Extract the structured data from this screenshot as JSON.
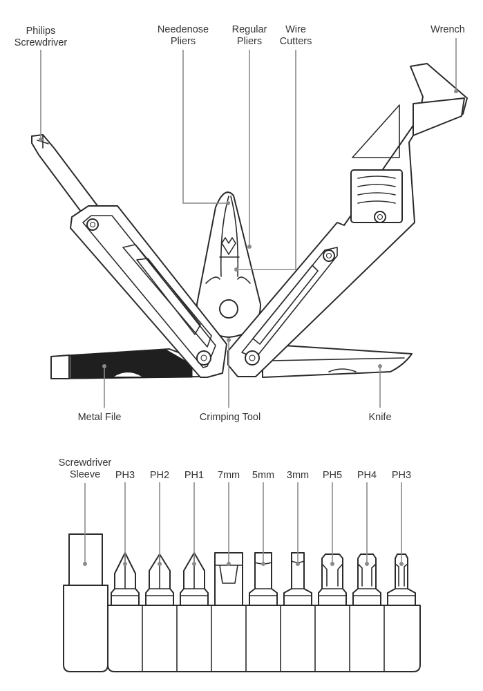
{
  "callouts": {
    "philips_screwdriver": [
      "Philips",
      "Screwdriver"
    ],
    "needlenose_pliers": [
      "Needenose",
      "Pliers"
    ],
    "regular_pliers": [
      "Regular",
      "Pliers"
    ],
    "wire_cutters": [
      "Wire",
      "Cutters"
    ],
    "wrench": "Wrench",
    "metal_file": "Metal File",
    "crimping_tool": "Crimping Tool",
    "knife": "Knife"
  },
  "bits": {
    "sleeve_label": [
      "Screwdriver",
      "Sleeve"
    ],
    "labels": [
      "PH3",
      "PH2",
      "PH1",
      "7mm",
      "5mm",
      "3mm",
      "PH5",
      "PH4",
      "PH3"
    ]
  }
}
